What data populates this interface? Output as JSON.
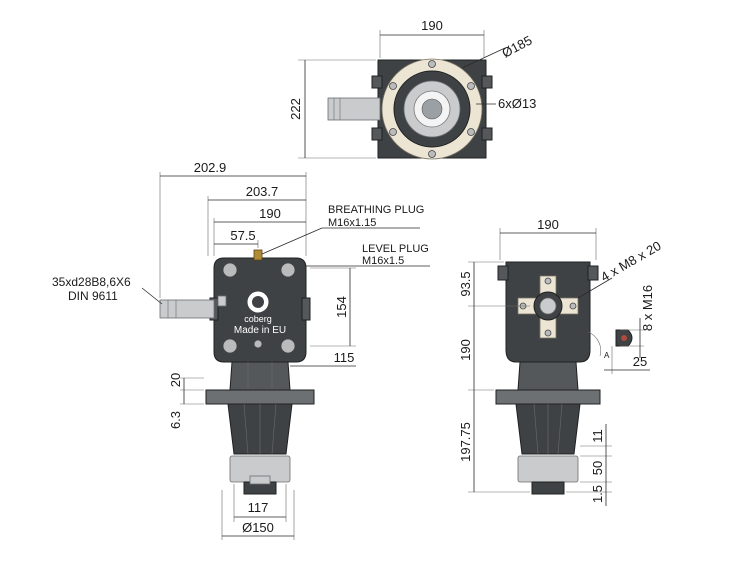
{
  "top_view": {
    "width_label": "190",
    "height_label": "222",
    "flange_dia_label": "Ø185",
    "holes_label": "6xØ13"
  },
  "front_view": {
    "overall_label": "202.9",
    "flange_to_input_label": "203.7",
    "body_width_label": "190",
    "offset_label": "57.5",
    "shaft_label_line1": "35xd28B8,6X6",
    "shaft_label_line2": "DIN 9611",
    "breathing_plug_line1": "BREATHING PLUG",
    "breathing_plug_line2": "M16x1.15",
    "level_plug_line1": "LEVEL PLUG",
    "level_plug_line2": "M16x1.5",
    "height_154_label": "154",
    "width_115_label": "115",
    "dim_20_label": "20",
    "dim_6_3_label": "6.3",
    "dim_117_label": "117",
    "dim_150_label": "Ø150",
    "logo_text": "coberg",
    "made_in_text": "Made in EU"
  },
  "side_view": {
    "width_label": "190",
    "dim_93_5_label": "93.5",
    "dim_190_label": "190",
    "dim_197_75_label": "197.75",
    "holes_label": "4 x M8 x 20",
    "thread_label": "8 x M16",
    "dim_25_label": "25",
    "dim_11_label": "11",
    "dim_50_label": "50",
    "dim_1_5_label": "1.5",
    "detail_letter": "A"
  },
  "colors": {
    "housing": "#3f4244",
    "steel": "#c9cbcd",
    "flange": "#ece5d4"
  }
}
